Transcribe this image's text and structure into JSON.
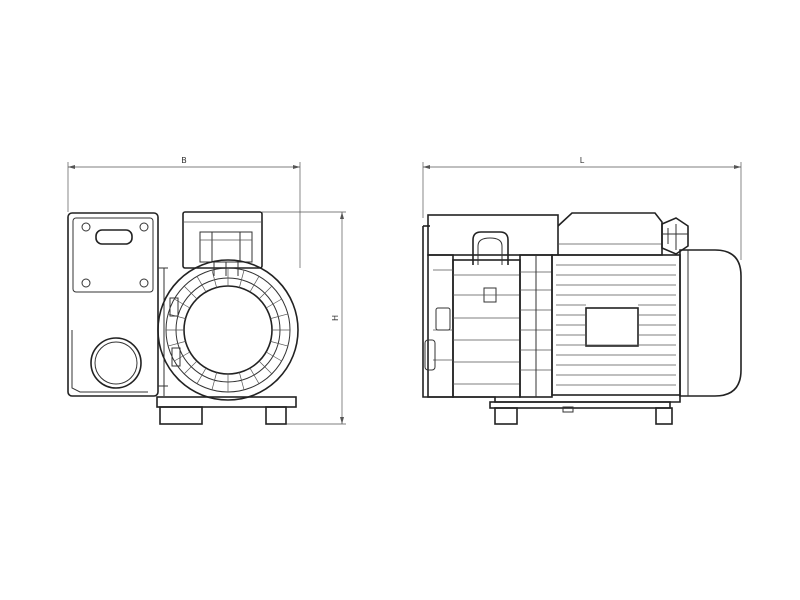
{
  "drawing": {
    "front_view": {
      "width_label": "B",
      "height_label": "H"
    },
    "side_view": {
      "length_label": "L"
    }
  },
  "colors": {
    "line": "#333333",
    "background": "#ffffff"
  }
}
